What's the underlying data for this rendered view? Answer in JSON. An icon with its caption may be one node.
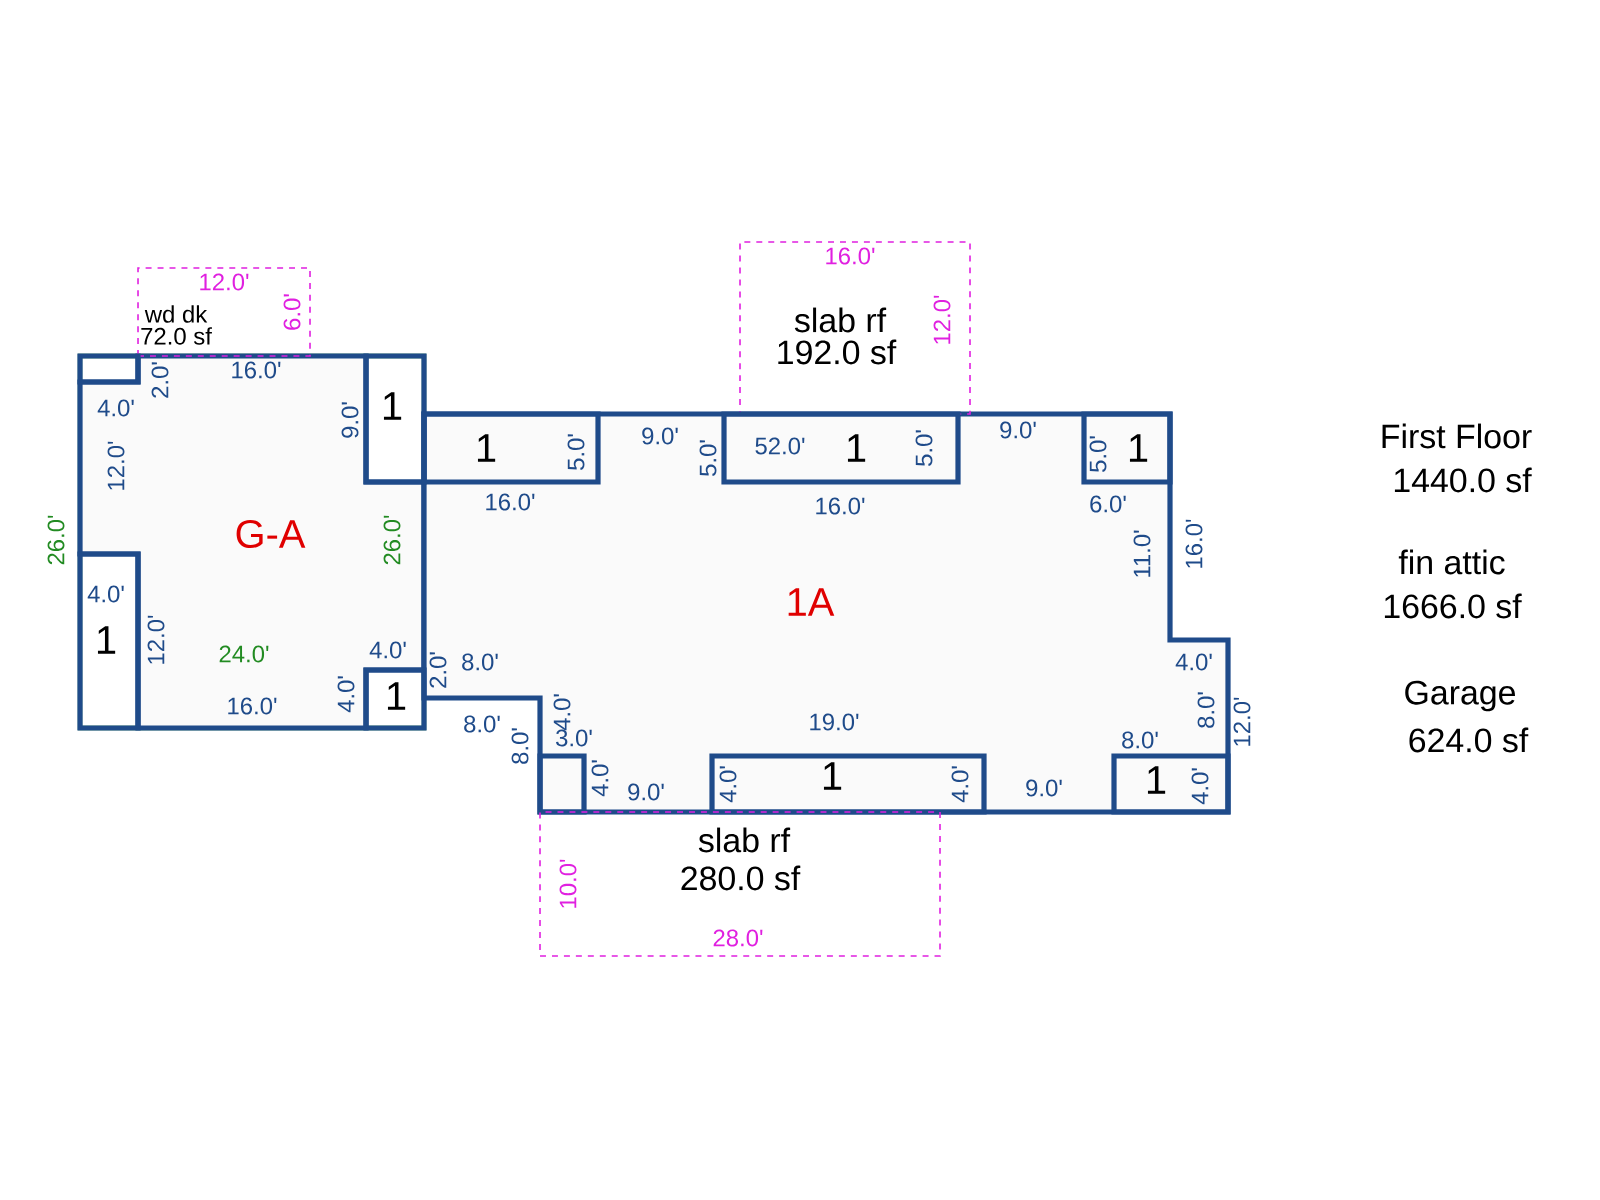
{
  "diagram": {
    "nodes": [
      {
        "text": [
          "wd dk",
          "72.0 sf"
        ]
      },
      {
        "text": [
          "slab rf",
          "192.0 sf"
        ]
      },
      {
        "text": [
          "G-A"
        ]
      },
      {
        "text": [
          "1"
        ],
        "in": 2
      },
      {
        "text": [],
        "shape": "box",
        "in": 2
      },
      {
        "text": [
          "1"
        ],
        "in": 2
      },
      {
        "text": [
          "1"
        ],
        "in": 2
      },
      {
        "text": [
          "1A"
        ]
      },
      {
        "text": [
          "1"
        ],
        "in": 7
      },
      {
        "text": [
          "1"
        ],
        "in": 7
      },
      {
        "text": [
          "1"
        ],
        "in": 7
      },
      {
        "text": [],
        "shape": "box",
        "in": 7
      },
      {
        "text": [
          "1"
        ],
        "in": 7
      },
      {
        "text": [
          "1"
        ],
        "in": 7
      },
      {
        "text": [
          "slab rf",
          "280.0 sf"
        ]
      }
    ],
    "labels": [
      "12.0'",
      "6.0'",
      "16.0'",
      "12.0'",
      "16.0'",
      "2.0'",
      "4.0'",
      "9.0'",
      "5.0'",
      "9.0'",
      "5.0'",
      "52.0'",
      "5.0'",
      "9.0'",
      "5.0'",
      "12.0'",
      "16.0'",
      "16.0'",
      "6.0'",
      "26.0'",
      "26.0'",
      "11.0'",
      "16.0'",
      "4.0'",
      "12.0'",
      "24.0'",
      "4.0'",
      "2.0'",
      "8.0'",
      "4.0'",
      "16.0'",
      "4.0'",
      "8.0'",
      "8.0'",
      "4.0'",
      "3.0'",
      "19.0'",
      "8.0'",
      "8.0'",
      "12.0'",
      "4.0'",
      "4.0'",
      "4.0'",
      "9.0'",
      "9.0'",
      "4.0'",
      "10.0'",
      "28.0'",
      "First Floor",
      "1440.0 sf",
      "fin attic",
      "1666.0 sf",
      "Garage",
      "624.0 sf"
    ]
  }
}
